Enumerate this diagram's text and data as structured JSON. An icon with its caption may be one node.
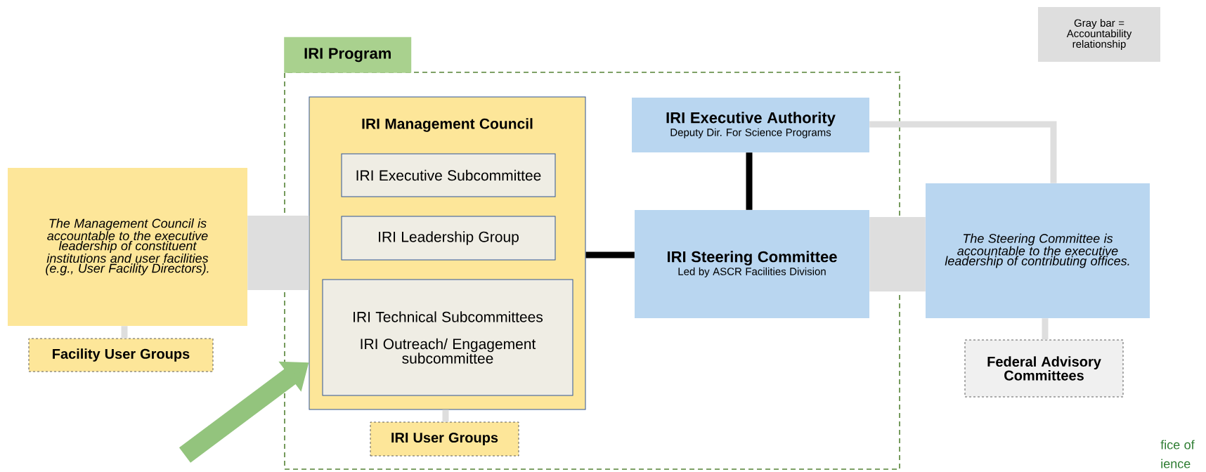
{
  "diagram": {
    "nodes": [
      {
        "text": [
          "IRI Program"
        ]
      },
      {
        "text": [
          "IRI Management Council"
        ],
        "in": 0
      },
      {
        "text": [
          "IRI Executive Subcommittee"
        ],
        "in": 1
      },
      {
        "text": [
          "IRI Leadership Group"
        ],
        "in": 1
      },
      {
        "text": [
          "IRI Technical Subcommittees",
          "IRI Outreach/ Engagement subcommittee"
        ],
        "in": 1
      },
      {
        "text": [
          "IRI User Groups"
        ],
        "in": 0
      },
      {
        "text": [
          "The Management Council is accountable to the executive leadership of constituent institutions and user facilities (e.g., User Facility Directors)."
        ]
      },
      {
        "text": [
          "Facility User Groups"
        ]
      },
      {
        "text": [
          "IRI Executive Authority",
          "Deputy Dir. For Science Programs"
        ],
        "in": 0
      },
      {
        "text": [
          "IRI Steering Committee",
          "Led by ASCR Facilities Division"
        ],
        "in": 0
      },
      {
        "text": [
          "The Steering Committee is accountable to the executive leadership of contributing offices."
        ]
      },
      {
        "text": [
          "Federal Advisory Committees"
        ]
      }
    ],
    "edges": [
      {
        "from": 6,
        "to": 1,
        "arrow": "none",
        "style": "thick"
      },
      {
        "from": 6,
        "to": 7,
        "arrow": "none"
      },
      {
        "from": 1,
        "to": 5,
        "arrow": "none"
      },
      {
        "from": 1,
        "to": 9,
        "arrow": "none",
        "color": "#000000"
      },
      {
        "from": 8,
        "to": 9,
        "arrow": "none",
        "color": "#000000"
      },
      {
        "from": 9,
        "to": 10,
        "arrow": "none",
        "style": "thick"
      },
      {
        "from": 8,
        "to": 10,
        "arrow": "none"
      },
      {
        "from": 10,
        "to": 11,
        "arrow": "none"
      },
      {
        "from": null,
        "to": 1,
        "arrow": "to",
        "style": "thick",
        "color": "#93c47d"
      }
    ],
    "labels": [
      "fice of",
      "ience"
    ],
    "legend": [
      {
        "text": "Gray bar = Accountability relationship",
        "color": "#dedede"
      }
    ]
  }
}
